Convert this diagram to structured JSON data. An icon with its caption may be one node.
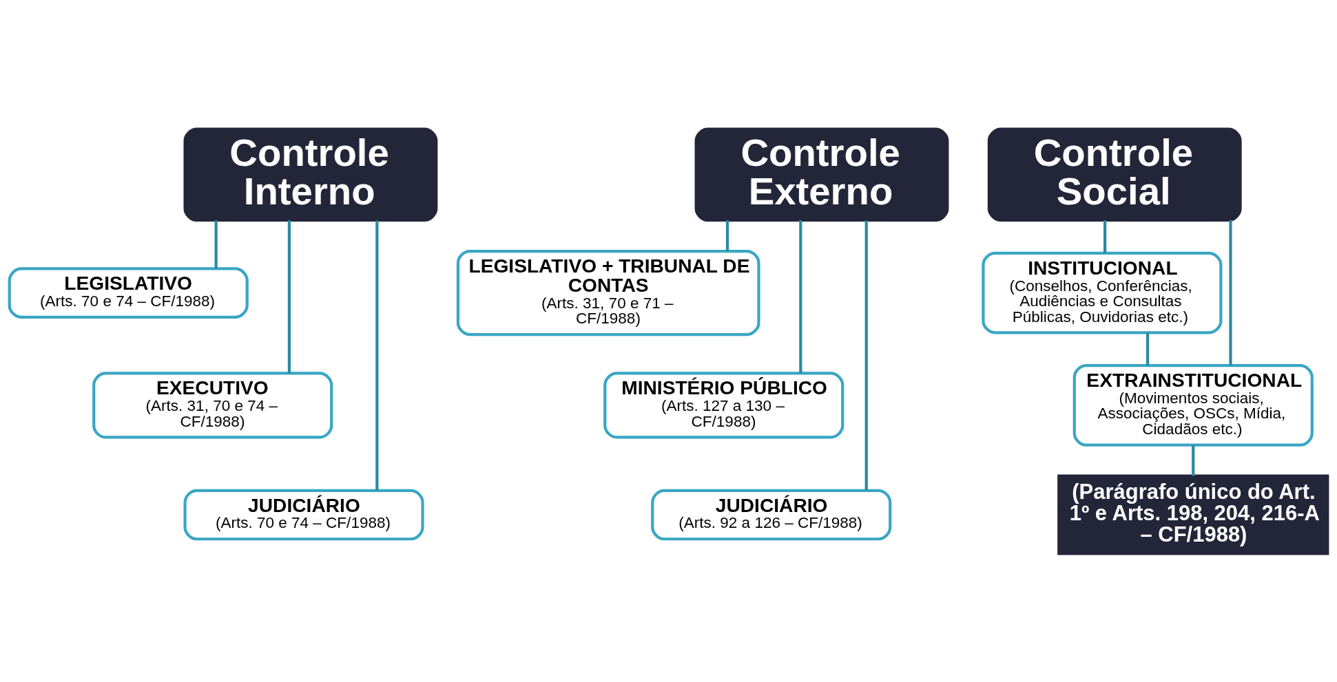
{
  "diagram": {
    "nodes": [
      {
        "text": [
          "Controle Interno"
        ]
      },
      {
        "text": [
          "LEGISLATIVO",
          "(Arts. 70 e 74 – CF/1988)"
        ]
      },
      {
        "text": [
          "EXECUTIVO",
          "(Arts. 31, 70 e 74 – CF/1988)"
        ]
      },
      {
        "text": [
          "JUDICIÁRIO",
          "(Arts. 70 e 74 – CF/1988)"
        ]
      },
      {
        "text": [
          "Controle Externo"
        ]
      },
      {
        "text": [
          "LEGISLATIVO + TRIBUNAL DE CONTAS",
          "(Arts. 31, 70 e 71 – CF/1988)"
        ]
      },
      {
        "text": [
          "MINISTÉRIO PÚBLICO",
          "(Arts. 127 a 130 – CF/1988)"
        ]
      },
      {
        "text": [
          "JUDICIÁRIO",
          "(Arts. 92 a 126 – CF/1988)"
        ]
      },
      {
        "text": [
          "Controle Social"
        ]
      },
      {
        "text": [
          "INSTITUCIONAL",
          "(Conselhos, Conferências, Audiências e Consultas Públicas, Ouvidorias etc.)"
        ]
      },
      {
        "text": [
          "EXTRAINSTITUCIONAL",
          "(Movimentos sociais, Associações, OSCs, Mídia, Cidadãos etc.)"
        ]
      },
      {
        "text": [
          "(Parágrafo único do Art. 1º e Arts. 198, 204, 216-A – CF/1988)"
        ]
      }
    ],
    "edges": [
      {
        "from": 0,
        "to": 1,
        "arrow": "none"
      },
      {
        "from": 0,
        "to": 2,
        "arrow": "none"
      },
      {
        "from": 0,
        "to": 3,
        "arrow": "none"
      },
      {
        "from": 4,
        "to": 5,
        "arrow": "none"
      },
      {
        "from": 4,
        "to": 6,
        "arrow": "none"
      },
      {
        "from": 4,
        "to": 7,
        "arrow": "none"
      },
      {
        "from": 8,
        "to": 9,
        "arrow": "none"
      },
      {
        "from": 8,
        "to": 10,
        "arrow": "none"
      },
      {
        "from": 9,
        "to": 10,
        "arrow": "none"
      },
      {
        "from": 10,
        "to": 11,
        "arrow": "none"
      }
    ]
  }
}
